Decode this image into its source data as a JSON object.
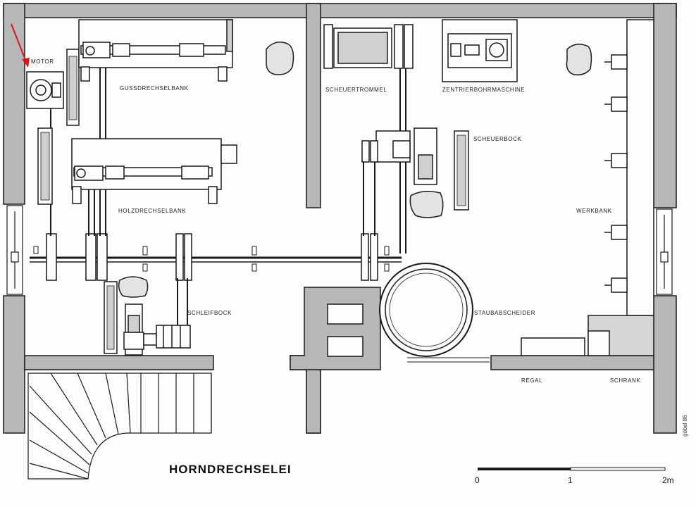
{
  "title": "HORNDRECHSELEI",
  "signature": "göbel 86",
  "colors": {
    "wall": "#b7b7b7",
    "line": "#1a1a1a",
    "arrow": "#d9141b",
    "paper": "#fdfdfb"
  },
  "labels": {
    "motor": "MOTOR",
    "gussdrechselbank": "GUSSDRECHSELBANK",
    "holzdrechselbank": "HOLZDRECHSELBANK",
    "scheuertrommel": "SCHEUERTROMMEL",
    "zentrierbohrmaschine": "ZENTRIERBOHRMASCHINE",
    "scheuerbock": "SCHEUERBOCK",
    "werkbank": "WERKBANK",
    "schleifbock": "SCHLEIFBOCK",
    "staubabscheider": "STAUBABSCHEIDER",
    "regal": "REGAL",
    "schrank": "SCHRANK"
  },
  "scale_bar": {
    "ticks": [
      "0",
      "1",
      "2m"
    ]
  },
  "annotation": {
    "arrow_target": "MOTOR",
    "arrow_color": "red"
  }
}
